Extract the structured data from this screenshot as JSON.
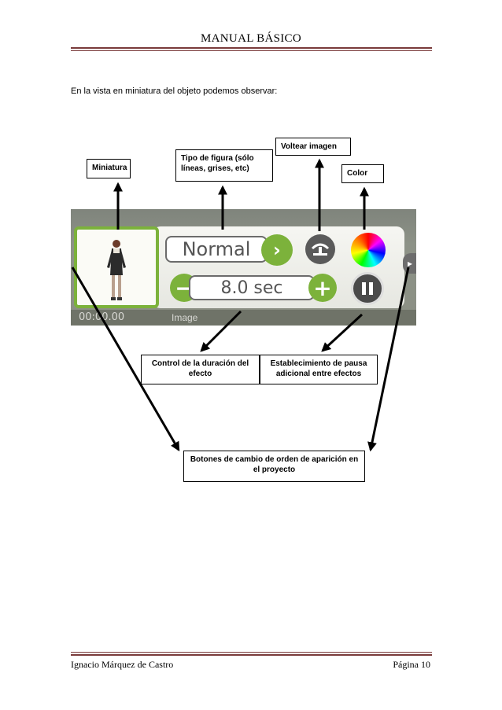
{
  "header": {
    "title": "MANUAL BÁSICO"
  },
  "intro": "En la vista en miniatura del objeto podemos observar:",
  "labels": {
    "miniatura": "Miniatura",
    "tipo_figura": "Tipo de figura (sólo líneas, grises, etc)",
    "voltear": "Voltear imagen",
    "color": "Color",
    "duracion": "Control de la duración del efecto",
    "pausa": "Establecimiento de pausa adicional entre efectos",
    "orden": "Botones de cambio de orden de aparición en el proyecto"
  },
  "screenshot": {
    "shape_value": "Normal",
    "duration_value": "8.0 sec",
    "timecode": "00:00.00",
    "type_label": "Image",
    "icons": [
      "thumbnail-figure",
      "chevron-right-icon",
      "flip-icon",
      "color-wheel-icon",
      "minus-icon",
      "plus-icon",
      "pause-icon",
      "right-arrow-icon"
    ],
    "colors": {
      "frame": "#7cb23b",
      "button_green": "#7cb23b",
      "button_grey": "#5a5a5a"
    }
  },
  "footer": {
    "author": "Ignacio Márquez de Castro",
    "page": "Página 10"
  }
}
